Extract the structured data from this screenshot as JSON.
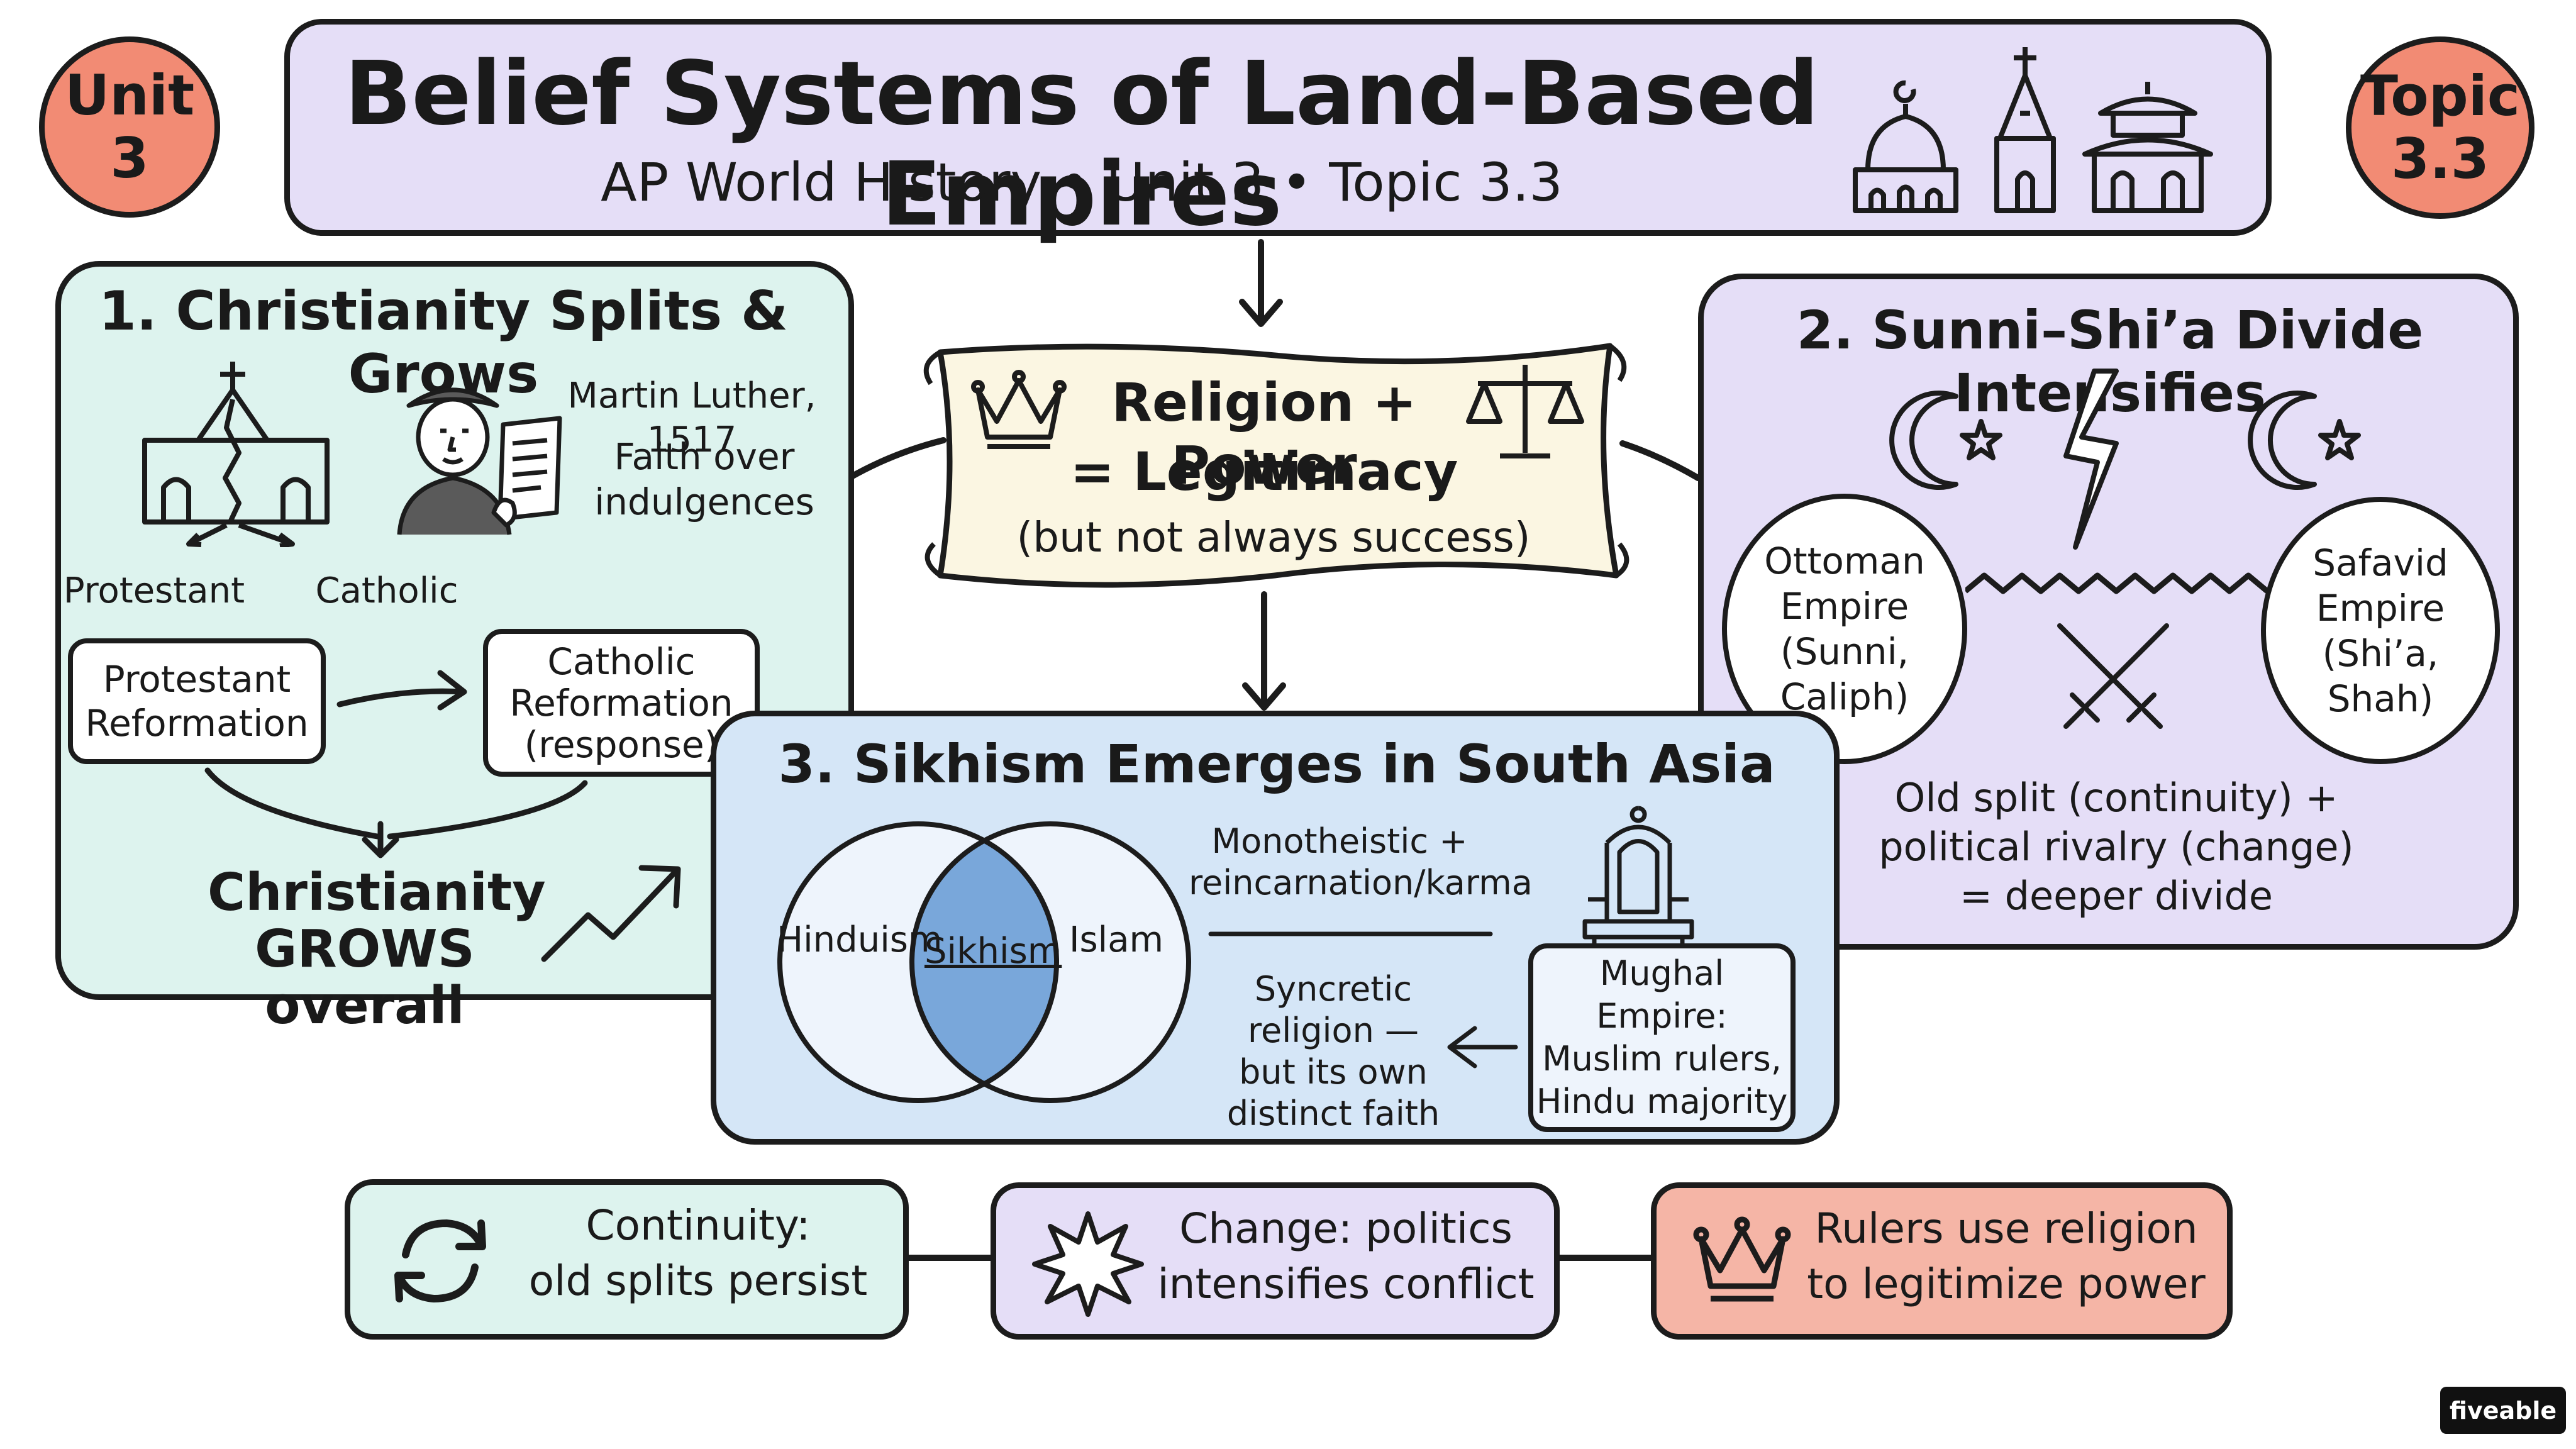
{
  "badges": {
    "unit": "Unit\n3",
    "topic": "Topic\n3.3"
  },
  "header": {
    "title": "Belief Systems of Land-Based Empires",
    "subtitle": "AP World History • Unit 3 • Topic 3.3",
    "icons": [
      "mosque-icon",
      "church-icon",
      "temple-icon"
    ]
  },
  "center": {
    "line1": "Religion + Power",
    "line2": "= Legitimacy",
    "line3": "(but not always success)",
    "icons": [
      "crown-icon",
      "scales-icon"
    ]
  },
  "christianity": {
    "heading": "1. Christianity Splits & Grows",
    "luther_caption": "Martin Luther, 1517",
    "luther_note": "Faith over\nindulgences",
    "split_left": "Protestant",
    "split_right": "Catholic",
    "protestant_box": "Protestant\nReformation",
    "catholic_box": "Catholic\nReformation\n(response)",
    "result": "Christianity\nGROWS overall"
  },
  "sunni_shia": {
    "heading": "2. Sunni–Shi’a Divide Intensifies",
    "ottoman": "Ottoman\nEmpire\n(Sunni,\nCaliph)",
    "safavid": "Safavid\nEmpire\n(Shi’a,\nShah)",
    "summary": "Old split (continuity) +\npolitical rivalry (change)\n= deeper divide"
  },
  "sikhism": {
    "heading": "3. Sikhism Emerges in South Asia",
    "venn_left": "Hinduism",
    "venn_center": "Sikhism",
    "venn_right": "Islam",
    "beliefs": "Monotheistic +\nreincarnation/karma",
    "syncretic": "Syncretic religion —\nbut its own\ndistinct faith",
    "mughal": "Mughal Empire:\nMuslim rulers,\nHindu majority"
  },
  "bottom": {
    "continuity": "Continuity:\nold splits persist",
    "change": "Change: politics\nintensifies conflict",
    "rulers": "Rulers use religion\nto legitimize power"
  },
  "brand": "fiveable",
  "colors": {
    "lavender": "#e5def7",
    "mint": "#ddf3ee",
    "blue": "#d5e6f7",
    "cream": "#fbf6e2",
    "coral": "#f28b74",
    "salmon": "#f5b5a6",
    "venn_overlap": "#79a7da"
  }
}
